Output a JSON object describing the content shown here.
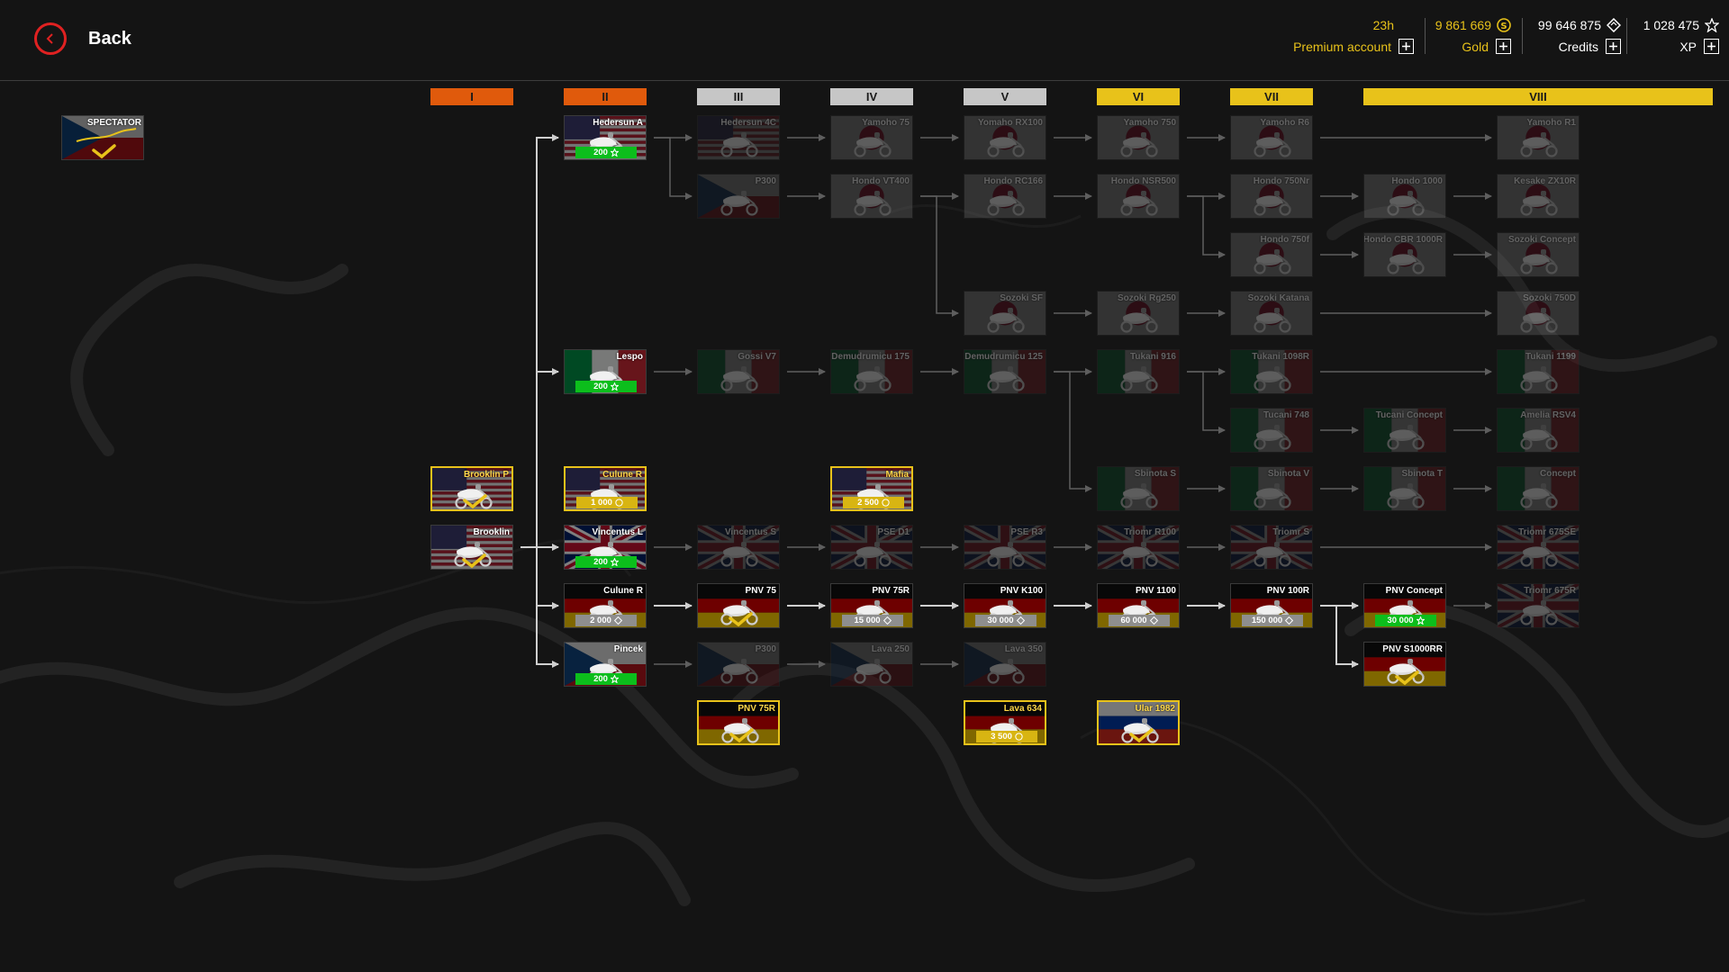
{
  "header": {
    "back_label": "Back",
    "premium": {
      "value": "23h",
      "label": "Premium account"
    },
    "gold": {
      "value": "9 861 669",
      "label": "Gold"
    },
    "credits": {
      "value": "99 646 875",
      "label": "Credits"
    },
    "xp": {
      "value": "1 028 475",
      "label": "XP"
    }
  },
  "tiers": [
    {
      "label": "I",
      "color": "#e05a0c",
      "text_color": "#1a1a1a"
    },
    {
      "label": "II",
      "color": "#e05a0c",
      "text_color": "#1a1a1a"
    },
    {
      "label": "III",
      "color": "#c6c6c6",
      "text_color": "#1a1a1a"
    },
    {
      "label": "IV",
      "color": "#c6c6c6",
      "text_color": "#1a1a1a"
    },
    {
      "label": "V",
      "color": "#c6c6c6",
      "text_color": "#1a1a1a"
    },
    {
      "label": "VI",
      "color": "#e8c21a",
      "text_color": "#1a1a1a"
    },
    {
      "label": "VII",
      "color": "#e8c21a",
      "text_color": "#1a1a1a"
    },
    {
      "label": "VIII",
      "color": "#e8c21a",
      "text_color": "#1a1a1a"
    }
  ],
  "spectator": {
    "label": "SPECTATOR",
    "flag": "cz",
    "owned": true
  },
  "nodes": [
    {
      "id": "hedersun_a",
      "name": "Hedersun A",
      "flag": "us",
      "state": "available",
      "badge": {
        "text": "200",
        "color": "green",
        "icon": "xp-icon"
      }
    },
    {
      "id": "lespo",
      "name": "Lespo",
      "flag": "it",
      "state": "available",
      "badge": {
        "text": "200",
        "color": "green",
        "icon": "xp-icon"
      }
    },
    {
      "id": "brooklin_p",
      "name": "Brooklin P",
      "flag": "us",
      "state": "premium",
      "owned": true
    },
    {
      "id": "culune_r1",
      "name": "Culune R",
      "flag": "us",
      "state": "premium",
      "badge": {
        "text": "1 000",
        "color": "yellow",
        "icon": "gold-icon"
      }
    },
    {
      "id": "brooklin",
      "name": "Brooklin",
      "flag": "us",
      "state": "available",
      "owned": true
    },
    {
      "id": "vincentus_l",
      "name": "Vincentus L",
      "flag": "uk",
      "state": "available",
      "badge": {
        "text": "200",
        "color": "green",
        "icon": "xp-icon"
      }
    },
    {
      "id": "culune_r2",
      "name": "Culune R",
      "flag": "de",
      "state": "available",
      "badge": {
        "text": "2 000",
        "color": "grey",
        "icon": "credits-icon"
      }
    },
    {
      "id": "pincek",
      "name": "Pincek",
      "flag": "cz",
      "state": "available",
      "badge": {
        "text": "200",
        "color": "green",
        "icon": "xp-icon"
      }
    },
    {
      "id": "hedersun_4c",
      "name": "Hedersun 4C",
      "flag": "us",
      "state": "locked"
    },
    {
      "id": "p300a",
      "name": "P300",
      "flag": "cz",
      "state": "locked"
    },
    {
      "id": "gossi_v7",
      "name": "Gossi V7",
      "flag": "it",
      "state": "locked"
    },
    {
      "id": "vincentus_s",
      "name": "Vincentus S",
      "flag": "uk",
      "state": "locked"
    },
    {
      "id": "pnv_75",
      "name": "PNV 75",
      "flag": "de",
      "state": "available",
      "owned": true
    },
    {
      "id": "p300b",
      "name": "P300",
      "flag": "cz",
      "state": "locked"
    },
    {
      "id": "pnv_75r_p",
      "name": "PNV 75R",
      "flag": "de",
      "state": "premium",
      "owned": true
    },
    {
      "id": "yamoho_75",
      "name": "Yamoho 75",
      "flag": "jp",
      "state": "locked"
    },
    {
      "id": "hondo_vt400",
      "name": "Hondo VT400",
      "flag": "jp",
      "state": "locked"
    },
    {
      "id": "demudrumicu_175",
      "name": "Demudrumicu 175",
      "flag": "it",
      "state": "locked"
    },
    {
      "id": "mafia",
      "name": "Mafia",
      "flag": "us",
      "state": "premium",
      "badge": {
        "text": "2 500",
        "color": "yellow",
        "icon": "gold-icon"
      }
    },
    {
      "id": "pse_d1",
      "name": "PSE D1",
      "flag": "uk",
      "state": "locked"
    },
    {
      "id": "pnv_75r",
      "name": "PNV 75R",
      "flag": "de",
      "state": "available",
      "badge": {
        "text": "15 000",
        "color": "grey",
        "icon": "credits-icon"
      }
    },
    {
      "id": "lava_250",
      "name": "Lava 250",
      "flag": "cz",
      "state": "locked"
    },
    {
      "id": "yomaho_rx100",
      "name": "Yomaho RX100",
      "flag": "jp",
      "state": "locked"
    },
    {
      "id": "hondo_rc166",
      "name": "Hondo RC166",
      "flag": "jp",
      "state": "locked"
    },
    {
      "id": "sozoki_sf",
      "name": "Sozoki SF",
      "flag": "jp",
      "state": "locked"
    },
    {
      "id": "demudrumicu_125",
      "name": "Demudrumicu 125",
      "flag": "it",
      "state": "locked"
    },
    {
      "id": "pse_r3",
      "name": "PSE R3",
      "flag": "uk",
      "state": "locked"
    },
    {
      "id": "pnv_k100",
      "name": "PNV K100",
      "flag": "de",
      "state": "available",
      "badge": {
        "text": "30 000",
        "color": "grey",
        "icon": "credits-icon"
      }
    },
    {
      "id": "lava_350",
      "name": "Lava 350",
      "flag": "cz",
      "state": "locked"
    },
    {
      "id": "lava_634",
      "name": "Lava 634",
      "flag": "de",
      "state": "premium",
      "badge": {
        "text": "3 500",
        "color": "yellow",
        "icon": "gold-icon"
      }
    },
    {
      "id": "yamoho_750",
      "name": "Yamoho 750",
      "flag": "jp",
      "state": "locked"
    },
    {
      "id": "hondo_nsr500",
      "name": "Hondo NSR500",
      "flag": "jp",
      "state": "locked"
    },
    {
      "id": "sozoki_rg250",
      "name": "Sozoki Rg250",
      "flag": "jp",
      "state": "locked"
    },
    {
      "id": "tukani_916",
      "name": "Tukani 916",
      "flag": "it",
      "state": "locked"
    },
    {
      "id": "sbinota_s",
      "name": "Sbinota S",
      "flag": "it",
      "state": "locked"
    },
    {
      "id": "triomr_r100",
      "name": "Triomr R100",
      "flag": "uk",
      "state": "locked"
    },
    {
      "id": "pnv_1100",
      "name": "PNV 1100",
      "flag": "de",
      "state": "available",
      "badge": {
        "text": "60 000",
        "color": "grey",
        "icon": "credits-icon"
      }
    },
    {
      "id": "ural_1982",
      "name": "Ular 1982",
      "flag": "ru",
      "state": "premium",
      "owned": true
    },
    {
      "id": "yamoho_r6",
      "name": "Yamoho R6",
      "flag": "jp",
      "state": "locked"
    },
    {
      "id": "hondo_750nr",
      "name": "Hondo 750Nr",
      "flag": "jp",
      "state": "locked"
    },
    {
      "id": "hondo_750f",
      "name": "Hondo 750f",
      "flag": "jp",
      "state": "locked"
    },
    {
      "id": "sozoki_katana",
      "name": "Sozoki Katana",
      "flag": "jp",
      "state": "locked"
    },
    {
      "id": "tukani_1098r",
      "name": "Tukani 1098R",
      "flag": "it",
      "state": "locked"
    },
    {
      "id": "tucani_748",
      "name": "Tucani 748",
      "flag": "it",
      "state": "locked"
    },
    {
      "id": "sbinota_v",
      "name": "Sbinota V",
      "flag": "it",
      "state": "locked"
    },
    {
      "id": "triomr_s",
      "name": "Triomr S",
      "flag": "uk",
      "state": "locked"
    },
    {
      "id": "pnv_100r",
      "name": "PNV 100R",
      "flag": "de",
      "state": "available",
      "badge": {
        "text": "150 000",
        "color": "grey",
        "icon": "credits-icon"
      }
    },
    {
      "id": "hondo_1000",
      "name": "Hondo 1000",
      "flag": "jp",
      "state": "locked"
    },
    {
      "id": "hondo_cbr1000r",
      "name": "Hondo CBR 1000R",
      "flag": "jp",
      "state": "locked"
    },
    {
      "id": "tucani_concept",
      "name": "Tucani Concept",
      "flag": "it",
      "state": "locked"
    },
    {
      "id": "sbinota_t",
      "name": "Sbinota T",
      "flag": "it",
      "state": "locked"
    },
    {
      "id": "pnv_concept",
      "name": "PNV Concept",
      "flag": "de",
      "state": "available",
      "badge": {
        "text": "30 000",
        "color": "green",
        "icon": "xp-icon"
      }
    },
    {
      "id": "pnv_s1000rr",
      "name": "PNV S1000RR",
      "flag": "de",
      "state": "available",
      "owned": true
    },
    {
      "id": "yamoho_r1",
      "name": "Yamoho R1",
      "flag": "jp",
      "state": "locked"
    },
    {
      "id": "kesake_zx10r",
      "name": "Kesake ZX10R",
      "flag": "jp",
      "state": "locked"
    },
    {
      "id": "sozoki_concept",
      "name": "Sozoki Concept",
      "flag": "jp",
      "state": "locked"
    },
    {
      "id": "sozoki_750d",
      "name": "Sozoki 750D",
      "flag": "jp",
      "state": "locked"
    },
    {
      "id": "tukani_1199",
      "name": "Tukani 1199",
      "flag": "it",
      "state": "locked"
    },
    {
      "id": "amelia_rsv4",
      "name": "Amelia RSV4",
      "flag": "it",
      "state": "locked"
    },
    {
      "id": "concept",
      "name": "Concept",
      "flag": "it",
      "state": "locked"
    },
    {
      "id": "triomr_675se",
      "name": "Triomr 675SE",
      "flag": "uk",
      "state": "locked"
    },
    {
      "id": "triomr_675r",
      "name": "Triomr 675R",
      "flag": "uk",
      "state": "locked"
    }
  ],
  "links": [
    [
      "brooklin",
      "hedersun_a"
    ],
    [
      "brooklin",
      "lespo"
    ],
    [
      "brooklin",
      "vincentus_l"
    ],
    [
      "brooklin",
      "culune_r2"
    ],
    [
      "brooklin",
      "pincek"
    ],
    [
      "hedersun_a",
      "hedersun_4c"
    ],
    [
      "hedersun_a",
      "p300a"
    ],
    [
      "hedersun_4c",
      "yamoho_75"
    ],
    [
      "p300a",
      "hondo_vt400"
    ],
    [
      "yamoho_75",
      "yomaho_rx100"
    ],
    [
      "hondo_vt400",
      "hondo_rc166"
    ],
    [
      "hondo_vt400",
      "sozoki_sf"
    ],
    [
      "yomaho_rx100",
      "yamoho_750"
    ],
    [
      "hondo_rc166",
      "hondo_nsr500"
    ],
    [
      "sozoki_sf",
      "sozoki_rg250"
    ],
    [
      "yamoho_750",
      "yamoho_r6"
    ],
    [
      "hondo_nsr500",
      "hondo_750nr"
    ],
    [
      "hondo_nsr500",
      "hondo_750f"
    ],
    [
      "sozoki_rg250",
      "sozoki_katana"
    ],
    [
      "hondo_750nr",
      "hondo_1000"
    ],
    [
      "hondo_750f",
      "hondo_cbr1000r"
    ],
    [
      "yamoho_r6",
      "yamoho_r1"
    ],
    [
      "hondo_1000",
      "kesake_zx10r"
    ],
    [
      "hondo_cbr1000r",
      "sozoki_concept"
    ],
    [
      "sozoki_katana",
      "sozoki_750d"
    ],
    [
      "lespo",
      "gossi_v7"
    ],
    [
      "gossi_v7",
      "demudrumicu_175"
    ],
    [
      "demudrumicu_175",
      "demudrumicu_125"
    ],
    [
      "demudrumicu_125",
      "tukani_916"
    ],
    [
      "demudrumicu_125",
      "sbinota_s"
    ],
    [
      "tukani_916",
      "tukani_1098r"
    ],
    [
      "tukani_916",
      "tucani_748"
    ],
    [
      "tucani_748",
      "tucani_concept"
    ],
    [
      "sbinota_s",
      "sbinota_v"
    ],
    [
      "sbinota_v",
      "sbinota_t"
    ],
    [
      "tukani_1098r",
      "tukani_1199"
    ],
    [
      "tucani_concept",
      "amelia_rsv4"
    ],
    [
      "sbinota_t",
      "concept"
    ],
    [
      "vincentus_l",
      "vincentus_s"
    ],
    [
      "vincentus_s",
      "pse_d1"
    ],
    [
      "pse_d1",
      "pse_r3"
    ],
    [
      "pse_r3",
      "triomr_r100"
    ],
    [
      "triomr_r100",
      "triomr_s"
    ],
    [
      "triomr_s",
      "triomr_675se"
    ],
    [
      "culune_r2",
      "pnv_75"
    ],
    [
      "pnv_75",
      "pnv_75r"
    ],
    [
      "pnv_75r",
      "pnv_k100"
    ],
    [
      "pnv_k100",
      "pnv_1100"
    ],
    [
      "pnv_1100",
      "pnv_100r"
    ],
    [
      "pnv_100r",
      "pnv_concept"
    ],
    [
      "pnv_100r",
      "pnv_s1000rr"
    ],
    [
      "pnv_concept",
      "triomr_675r"
    ],
    [
      "pincek",
      "p300b"
    ],
    [
      "p300b",
      "lava_250"
    ],
    [
      "lava_250",
      "lava_350"
    ]
  ],
  "colors": {
    "accent_yellow": "#e8c21a",
    "xp_green": "#0cbe1c",
    "back_red": "#e02121",
    "tier_orange": "#e05a0c",
    "tier_grey": "#c6c6c6"
  }
}
